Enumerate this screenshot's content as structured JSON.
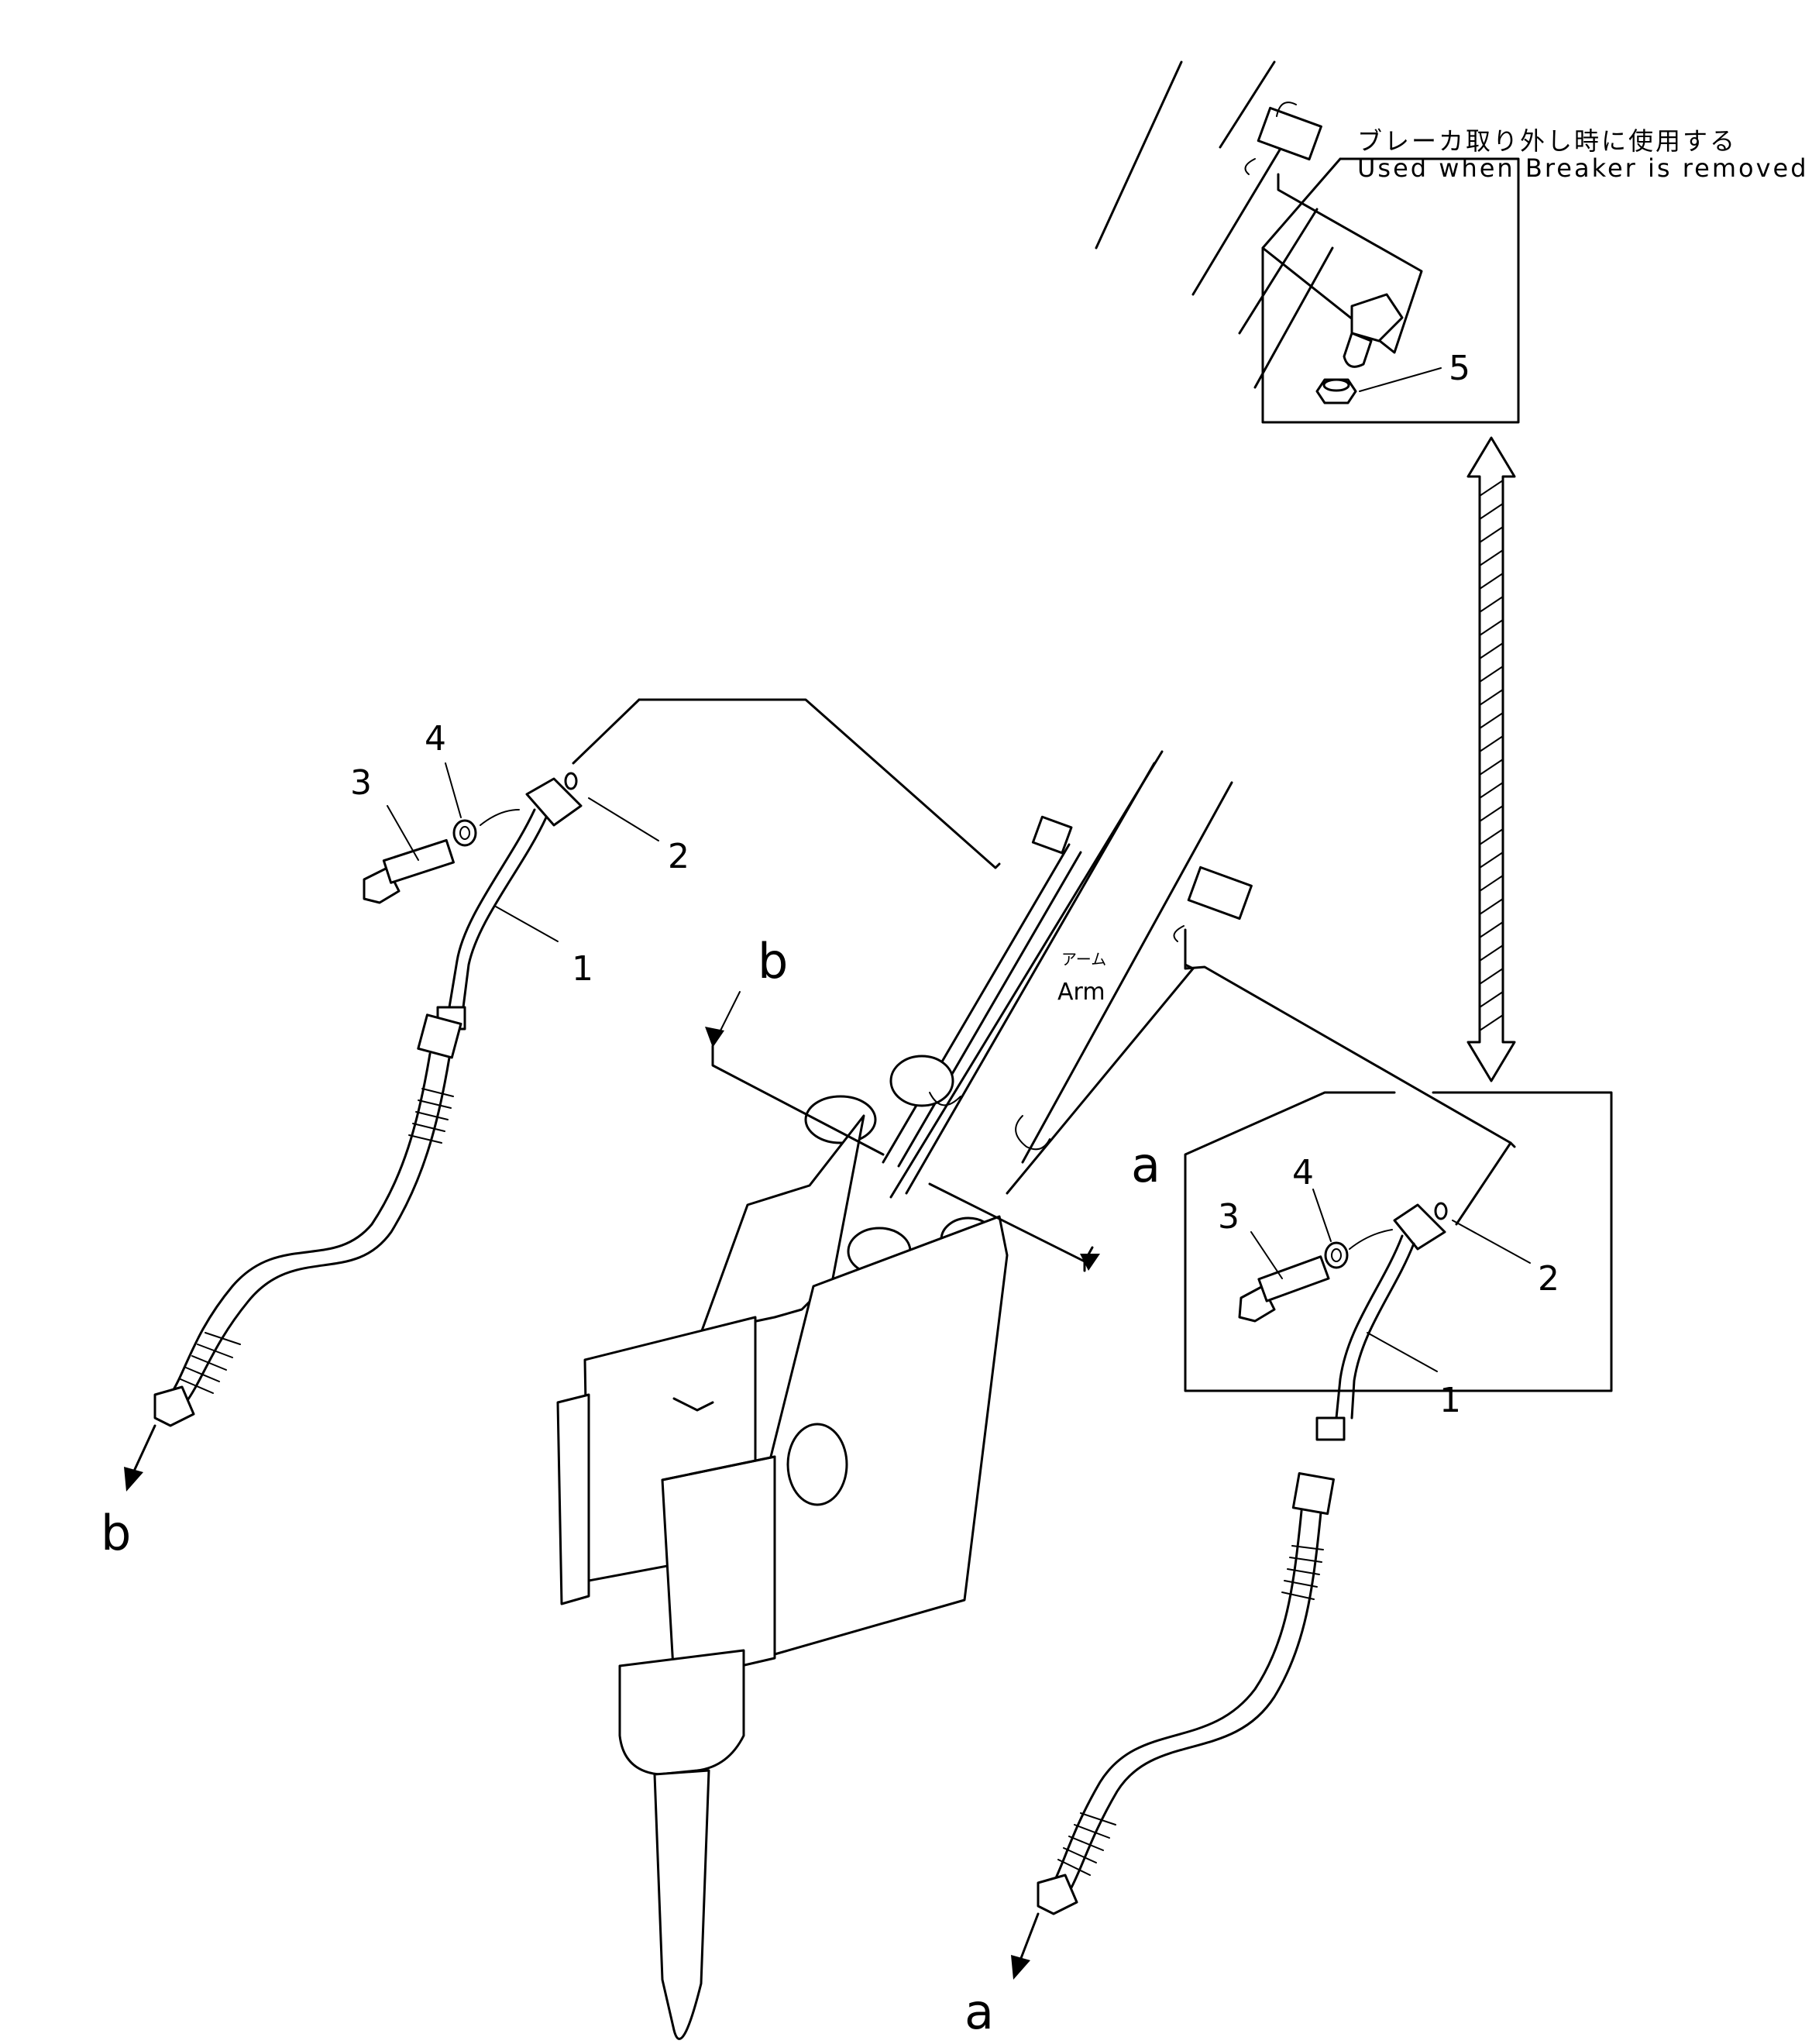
{
  "callouts": {
    "n1_left": "1",
    "n2_left": "2",
    "n3_left": "3",
    "n4_left": "4",
    "n1_right": "1",
    "n2_right": "2",
    "n3_right": "3",
    "n4_right": "4",
    "n5": "5"
  },
  "connections": {
    "a_top": "a",
    "a_bottom": "a",
    "b_top": "b",
    "b_bottom": "b"
  },
  "arm": {
    "label_jp": "アーム",
    "label_en": "Arm"
  },
  "note": {
    "jp": "ブレーカ取り外し時に使用する",
    "en": "Used when Breaker is removed"
  }
}
